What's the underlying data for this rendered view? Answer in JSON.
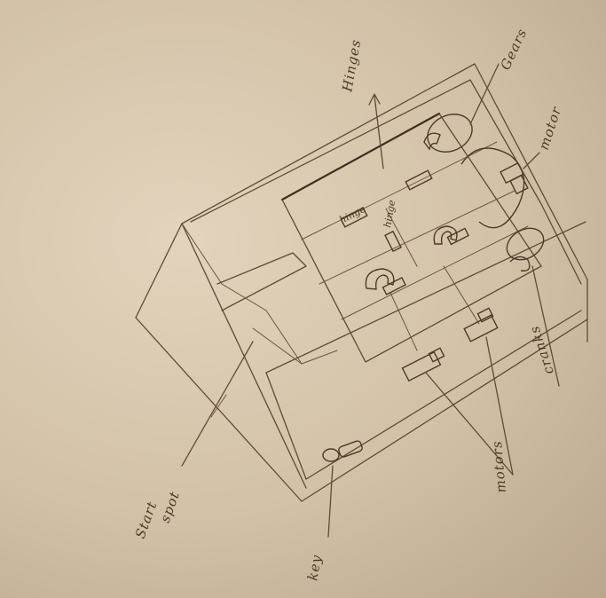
{
  "labels": {
    "hinges": "Hinges",
    "gears": "Gears",
    "motor": "motor",
    "cranks": "cranks",
    "motors": "motors",
    "start_spot": "Start spot",
    "start_spot_line1": "Start",
    "start_spot_line2": "spot",
    "key": "key",
    "hinge_small_1": "hinge",
    "hinge_small_2": "hinge"
  },
  "colors": {
    "paper": "#d8c8ad",
    "ink": "#5f4a35"
  }
}
